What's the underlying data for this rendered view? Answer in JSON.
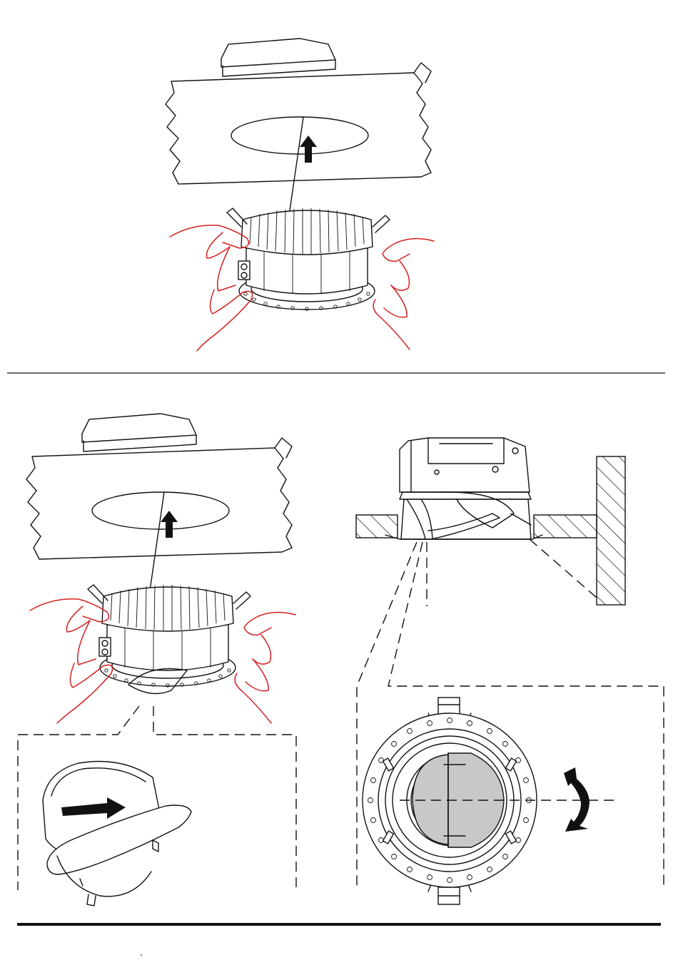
{
  "document": {
    "footer_mark": "."
  },
  "colors": {
    "line": "#111111",
    "hand_outline": "#d42020",
    "lens_fill": "#c8c8c8",
    "background": "#ffffff"
  },
  "figures": [
    "remove-luminaire-from-ceiling-cutout",
    "remove-luminaire-with-wallwash-reflector",
    "ceiling-section-near-wall",
    "reflector-insert-detail",
    "reflector-rotation-top-view"
  ]
}
